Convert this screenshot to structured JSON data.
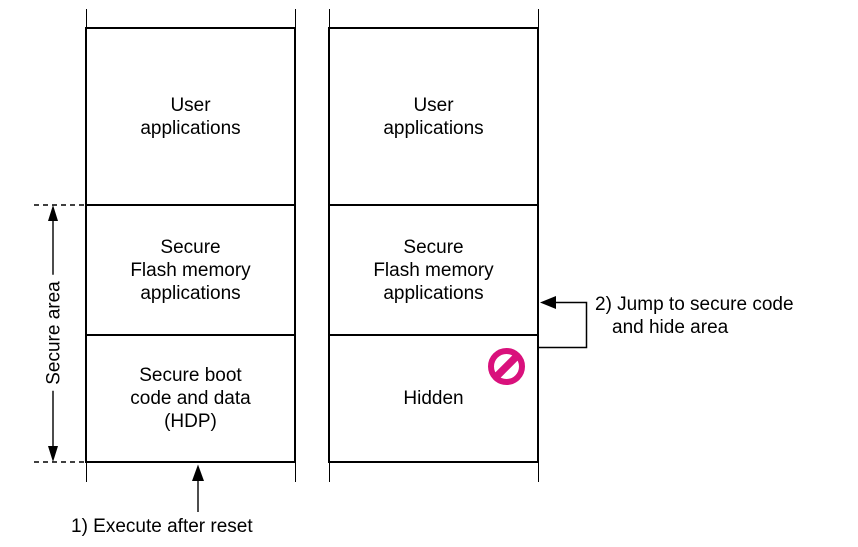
{
  "columns": {
    "left": {
      "user": "User\napplications",
      "flash": "Secure\nFlash memory\napplications",
      "boot": "Secure boot\ncode and data\n(HDP)"
    },
    "right": {
      "user": "User\napplications",
      "flash": "Secure\nFlash memory\napplications",
      "hidden": "Hidden"
    }
  },
  "labels": {
    "secure_area": "Secure area",
    "step1": "1) Execute after reset",
    "step2_line1": "2) Jump to secure code",
    "step2_line2": "and hide area"
  },
  "icons": {
    "no_entry": {
      "name": "no-entry-icon",
      "color": "#D9117C"
    }
  },
  "line_color": "#000000"
}
